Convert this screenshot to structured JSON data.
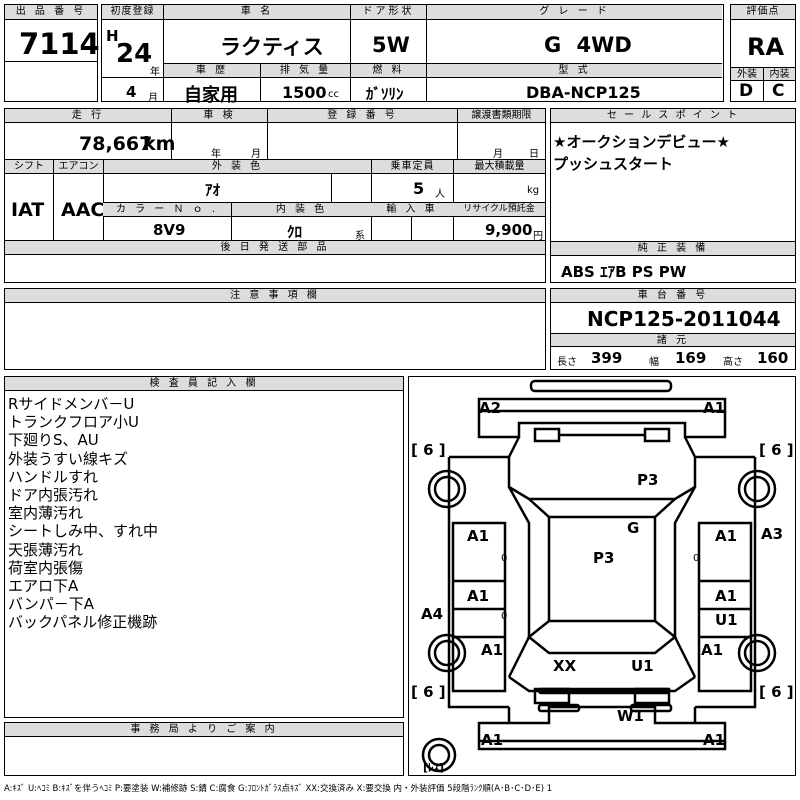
{
  "header": {
    "lot_label": "出 品 番 号",
    "lot_number": "7114",
    "first_reg_label": "初度登録",
    "era": "H",
    "year": "24",
    "year_unit": "年",
    "month": "4",
    "month_unit": "月",
    "car_name_label": "車 名",
    "car_name": "ラクティス",
    "door_label": "ドア形状",
    "door": "5W",
    "grade_label": "グ レ ー ド",
    "grade": "G 4WD",
    "score_label": "評価点",
    "score": "RA",
    "history_label": "車 歴",
    "history": "自家用",
    "displacement_label": "排 気 量",
    "displacement": "1500",
    "displacement_unit": "cc",
    "fuel_label": "燃 料",
    "fuel": "ｶﾞｿﾘﾝ",
    "model_label": "型 式",
    "model": "DBA-NCP125",
    "exterior_label": "外装",
    "exterior_score": "D",
    "interior_label": "内装",
    "interior_score": "C"
  },
  "row2": {
    "mileage_label": "走 行",
    "mileage": "78,667",
    "mileage_unit": "km",
    "inspection_label": "車 検",
    "inspection_year_unit": "年",
    "inspection_month_unit": "月",
    "reg_no_label": "登 録 番 号",
    "transfer_label": "譲渡書類期限",
    "transfer_month_unit": "月",
    "transfer_day_unit": "日",
    "shift_label": "シフト",
    "shift": "IAT",
    "aircon_label": "エアコン",
    "aircon": "AAC",
    "color_label": "外 装 色",
    "color": "ｱｵ",
    "capacity_label": "乗車定員",
    "capacity": "5",
    "capacity_unit": "人",
    "max_load_label": "最大積載量",
    "max_load_unit": "kg",
    "color_no_label": "カ ラ ー Ｎ ｏ .",
    "color_no": "8V9",
    "interior_color_label": "内 装 色",
    "interior_color": "ｸﾛ",
    "interior_color_unit": "系",
    "import_label": "輸 入 車",
    "recycle_label": "リサイクル預託金",
    "recycle": "9,900",
    "recycle_unit": "円",
    "later_parts_label": "後 日 発 送 部 品"
  },
  "sales_point": {
    "label": "セ ー ル ス ポ イ ン ト",
    "lines": [
      "★オークションデビュー★",
      "プッシュスタート"
    ]
  },
  "equipment": {
    "label": "純 正 装 備",
    "value": "ABS ｴｱB PS PW"
  },
  "caution": {
    "label": "注 意 事 項 欄"
  },
  "chassis": {
    "label": "車 台 番 号",
    "value": "NCP125-2011044",
    "specs_label": "諸 元",
    "length_label": "長さ",
    "length": "399",
    "width_label": "幅",
    "width": "169",
    "height_label": "高さ",
    "height": "160"
  },
  "inspector": {
    "label": "検 査 員 記 入 欄",
    "lines": [
      "Rサイドメンバ－U",
      "トランクフロア小U",
      "下廻りS、AU",
      "外装うすい線キズ",
      "ハンドルすれ",
      "ドア内張汚れ",
      "室内薄汚れ",
      "シートしみ中、すれ中",
      "天張薄汚れ",
      "荷室内張傷",
      "エアロ下A",
      "バンパ－下A",
      "バックパネル修正機跡"
    ]
  },
  "office": {
    "label": "事 務 局 よ り ご 案 内"
  },
  "diagram": {
    "marks": {
      "a2_top": "A2",
      "a1_top": "A1",
      "p3_upper": "P3",
      "g": "G",
      "p3_mid": "P3",
      "a1_ld": "A1",
      "a1_rd": "A1",
      "a3": "A3",
      "a1_lr": "A1",
      "a1_rr": "A1",
      "u1_r": "U1",
      "a4": "A4",
      "a1_lq": "A1",
      "a1_rq": "A1",
      "xx": "XX",
      "u1_mid": "U1",
      "w1": "W1",
      "a1_lb": "A1",
      "a1_rb": "A1"
    },
    "tire_tl": "[ 6 ]",
    "tire_tr": "[ 6 ]",
    "tire_bl": "[ 6 ]",
    "tire_br": "[ 6 ]",
    "spare": "[ﾚｽ]",
    "zero": "0"
  },
  "legend": "A:ｷｽﾞ U:ﾍｺﾐ B:ｷｽﾞを伴うﾍｺﾐ P:要塗装 W:補修跡 S:錆 C:腐食 G:ﾌﾛﾝﾄｶﾞﾗｽ点ｷｽﾞ XX:交換済み X:要交換 内・外装評価 5段階ﾗﾝｸ順(A･B･C･D･E) 1"
}
